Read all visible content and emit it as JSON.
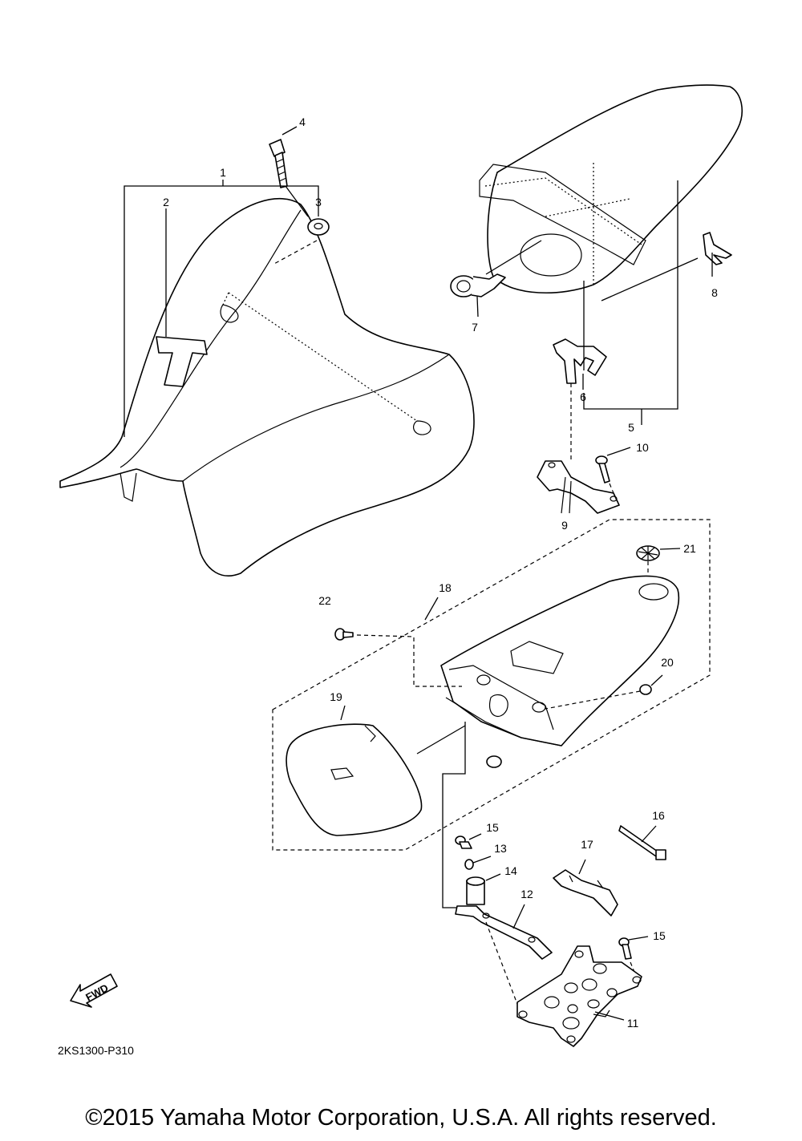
{
  "labels": {
    "p1": "1",
    "p2": "2",
    "p3": "3",
    "p4": "4",
    "p5": "5",
    "p6": "6",
    "p7": "7",
    "p8": "8",
    "p9": "9",
    "p10": "10",
    "p11": "11",
    "p12": "12",
    "p13": "13",
    "p14": "14",
    "p15a": "15",
    "p15b": "15",
    "p16": "16",
    "p17": "17",
    "p18": "18",
    "p19": "19",
    "p20": "20",
    "p21": "21",
    "p22": "22"
  },
  "fwd_label": "FWD",
  "diagram_code": "2KS1300-P310",
  "copyright": "©2015 Yamaha Motor Corporation, U.S.A. All rights reserved."
}
